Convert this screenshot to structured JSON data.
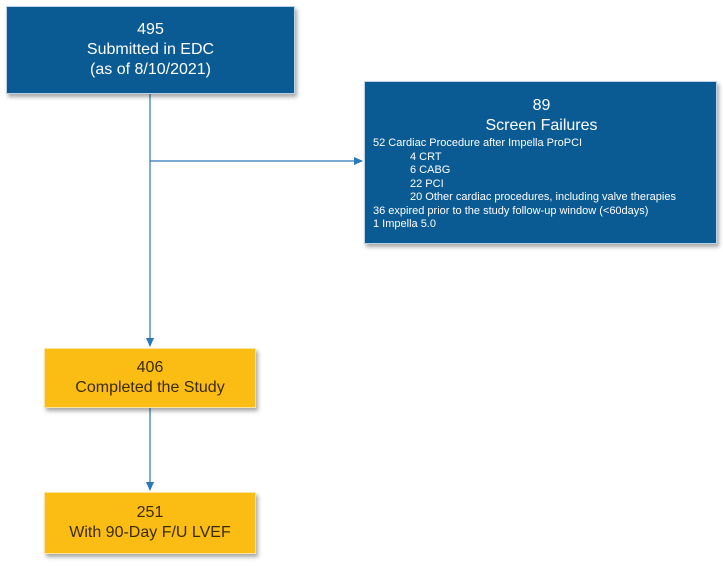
{
  "colors": {
    "blue_box": "#0a5a94",
    "gold_box": "#fbbd14",
    "connector": "#2a78b8"
  },
  "boxes": {
    "submitted": {
      "count": "495",
      "line1": "Submitted in EDC",
      "line2": "(as of 8/10/2021)"
    },
    "screen_failures": {
      "count": "89",
      "title": "Screen Failures",
      "details": [
        {
          "text": "52 Cardiac Procedure after Impella ProPCI",
          "indent": false
        },
        {
          "text": "4 CRT",
          "indent": true
        },
        {
          "text": "6  CABG",
          "indent": true
        },
        {
          "text": "22 PCI",
          "indent": true
        },
        {
          "text": "20 Other cardiac procedures, including valve therapies",
          "indent": true
        },
        {
          "text": "36 expired prior to the study follow-up window (<60days)",
          "indent": false
        },
        {
          "text": "1 Impella 5.0",
          "indent": false
        }
      ]
    },
    "completed": {
      "count": "406",
      "label": "Completed the Study"
    },
    "lvef": {
      "count": "251",
      "label": "With 90-Day F/U LVEF"
    }
  }
}
